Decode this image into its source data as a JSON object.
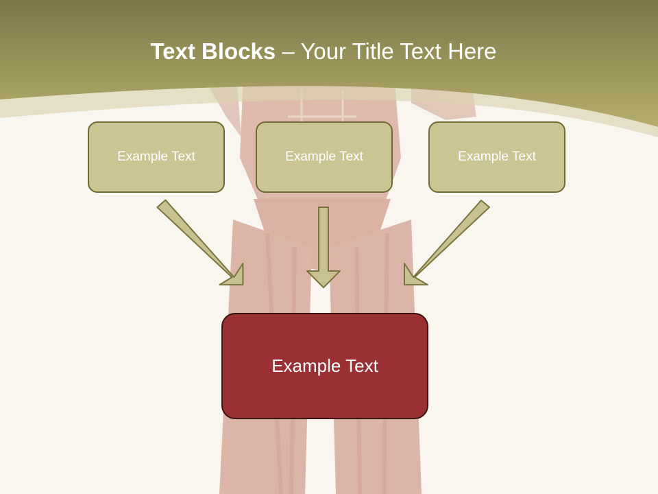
{
  "slide": {
    "title_bold": "Text Blocks",
    "title_dash": " – ",
    "title_rest": "Your Title Text Here"
  },
  "blocks": {
    "top": [
      {
        "label": "Example Text"
      },
      {
        "label": "Example Text"
      },
      {
        "label": "Example Text"
      }
    ],
    "bottom": {
      "label": "Example Text"
    }
  },
  "colors": {
    "header_band": "#b4ac6a",
    "top_box_fill": "#cbc493",
    "top_box_border": "#6f6a34",
    "bottom_box_fill": "#9a3033",
    "arrow_fill": "#c9c290"
  }
}
